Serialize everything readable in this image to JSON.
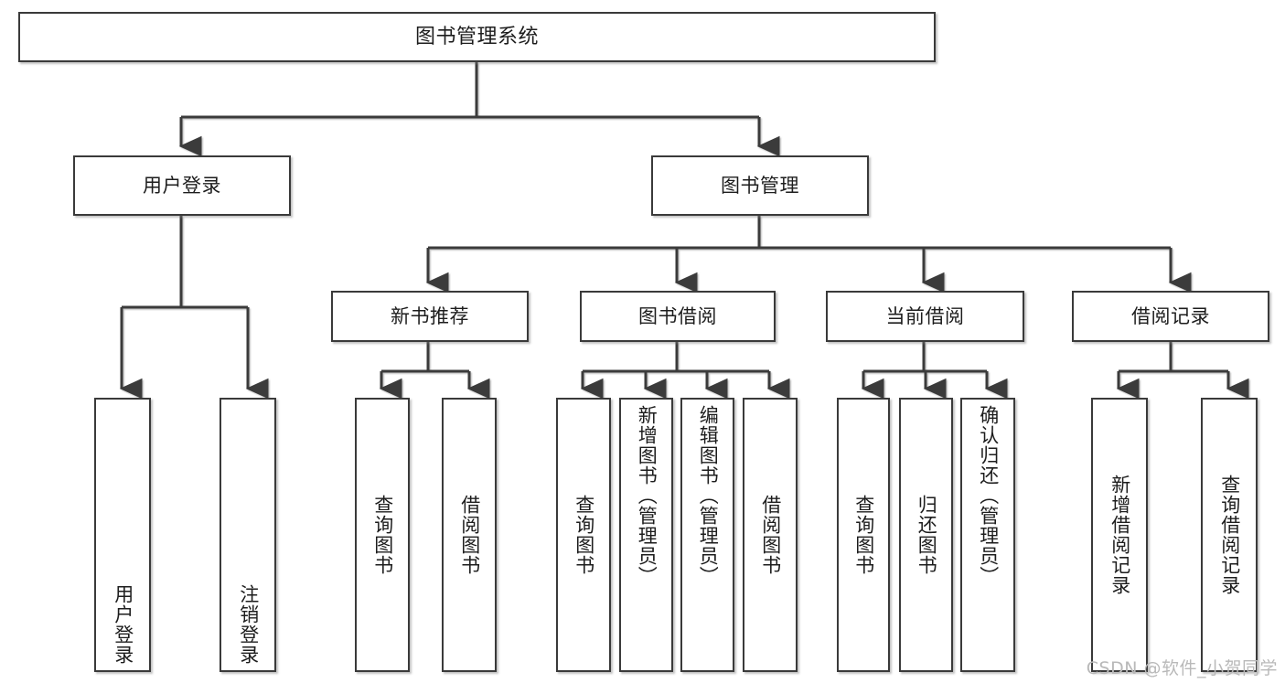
{
  "diagram": {
    "title": "图书管理系统",
    "root": {
      "label": "图书管理系统"
    },
    "level1": [
      {
        "label": "用户登录"
      },
      {
        "label": "图书管理"
      }
    ],
    "level2": [
      {
        "label": "新书推荐"
      },
      {
        "label": "图书借阅"
      },
      {
        "label": "当前借阅"
      },
      {
        "label": "借阅记录"
      }
    ],
    "leaves": {
      "user_login": [
        {
          "label": "用户登录"
        },
        {
          "label": "注销登录"
        }
      ],
      "new_book_recommend": [
        {
          "label": "查询图书"
        },
        {
          "label": "借阅图书"
        }
      ],
      "book_borrow": [
        {
          "label": "查询图书"
        },
        {
          "label": "新增图书（管理员）"
        },
        {
          "label": "编辑图书（管理员）"
        },
        {
          "label": "借阅图书"
        }
      ],
      "current_borrow": [
        {
          "label": "查询图书"
        },
        {
          "label": "归还图书"
        },
        {
          "label": "确认归还（管理员）"
        }
      ],
      "borrow_record": [
        {
          "label": "新增借阅记录"
        },
        {
          "label": "查询借阅记录"
        }
      ]
    }
  },
  "watermark": {
    "text": "CSDN @软件_小贺同学"
  },
  "colors": {
    "background": "#ffffff",
    "border": "#3a3a3a",
    "connector": "#3a3a3a",
    "text": "#1d1d1d",
    "watermark": "#b9b9b9"
  }
}
